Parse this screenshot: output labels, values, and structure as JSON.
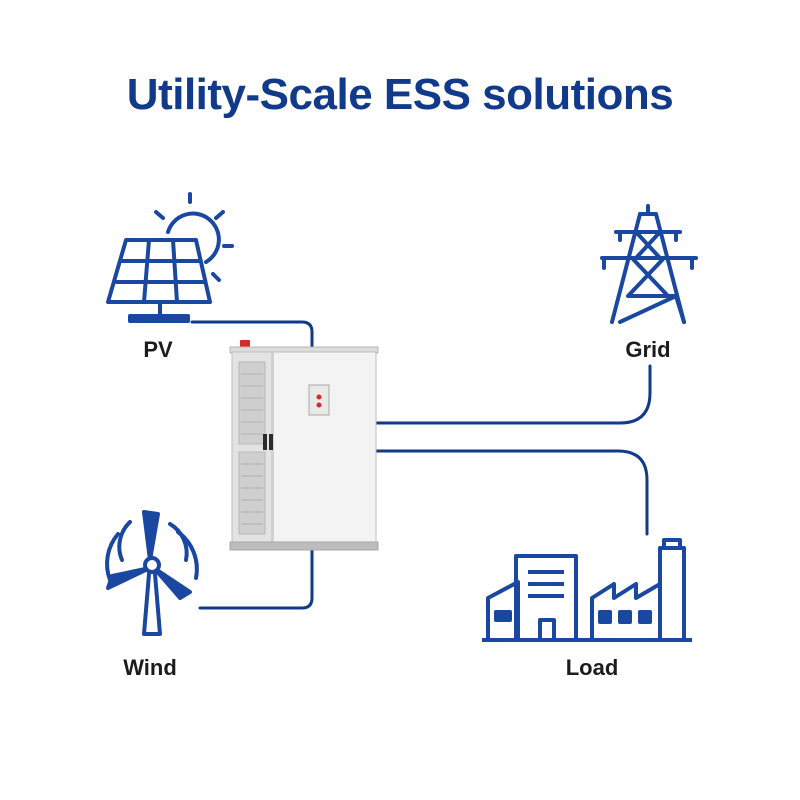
{
  "title": "Utility-Scale ESS solutions",
  "colors": {
    "brand_blue": "#123a8a",
    "icon_blue": "#1a48a0",
    "cabinet_white": "#f2f2f2",
    "cabinet_gray": "#c9c9c9",
    "indicator_red": "#d62a2a"
  },
  "nodes": {
    "pv": {
      "label": "PV",
      "icon": "solar-panel-icon"
    },
    "wind": {
      "label": "Wind",
      "icon": "wind-turbine-icon"
    },
    "grid": {
      "label": "Grid",
      "icon": "transmission-tower-icon"
    },
    "load": {
      "label": "Load",
      "icon": "buildings-factory-icon"
    }
  },
  "center": {
    "icon": "energy-storage-cabinet-icon"
  }
}
